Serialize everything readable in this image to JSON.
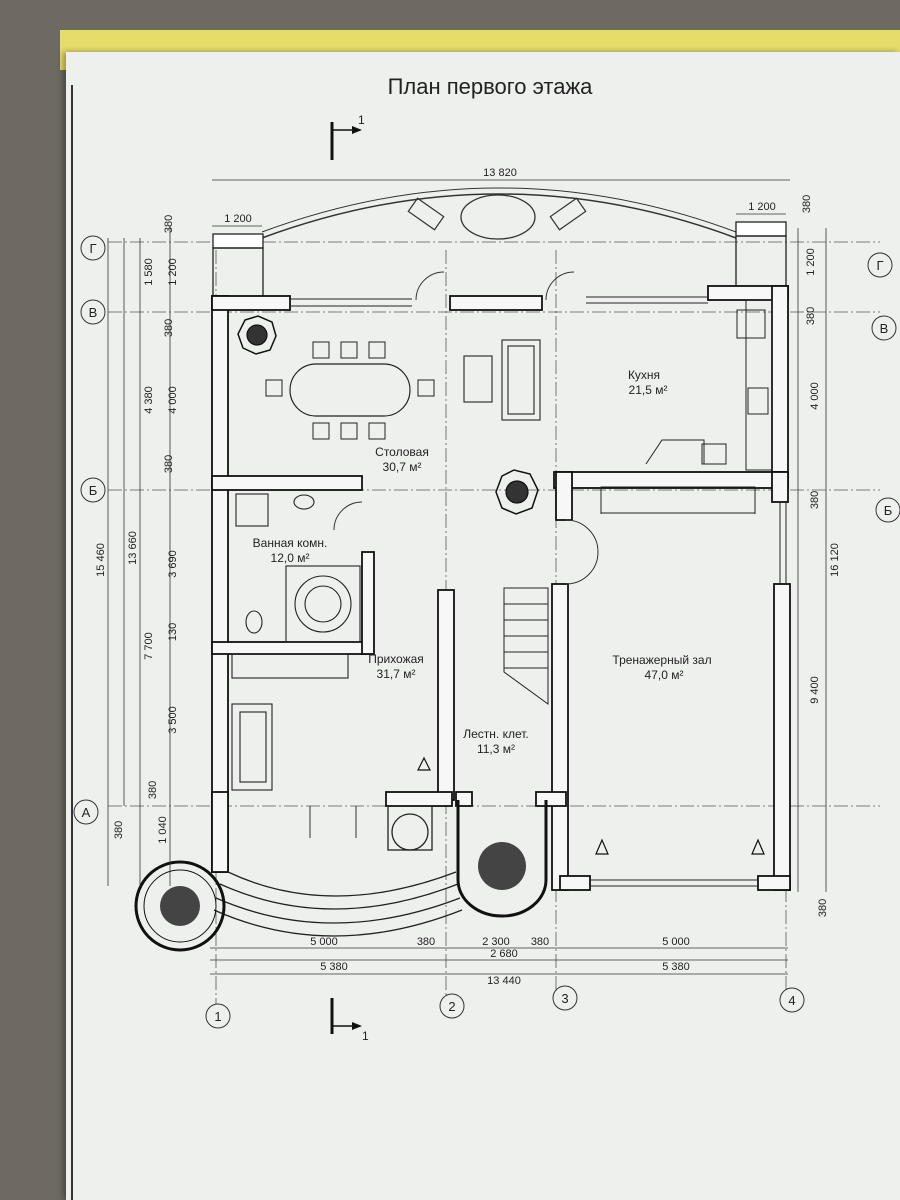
{
  "title": "План первого этажа",
  "section": {
    "label": "1"
  },
  "axes": {
    "vertical": [
      "1",
      "2",
      "3",
      "4"
    ],
    "horizontal": [
      "Г",
      "В",
      "Б",
      "А"
    ]
  },
  "rooms": {
    "dining": {
      "name": "Столовая",
      "area": "30,7 м²"
    },
    "kitchen": {
      "name": "Кухня",
      "area": "21,5 м²"
    },
    "bath": {
      "name": "Ванная комн.",
      "area": "12,0 м²"
    },
    "hall": {
      "name": "Прихожая",
      "area": "31,7 м²"
    },
    "stair": {
      "name": "Лестн. клет.",
      "area": "11,3 м²"
    },
    "gym": {
      "name": "Тренажерный зал",
      "area": "47,0 м²"
    }
  },
  "dims": {
    "top_total": "13 820",
    "top_left": "1 200",
    "top_right": "1 200",
    "b1": "5 000",
    "b2": "380",
    "b3": "2 300",
    "b4": "380",
    "b5": "5 000",
    "c1": "5 380",
    "c2": "2 680",
    "c3": "5 380",
    "bottom_total": "13 440",
    "left_outer": "15 460",
    "left_mid": "13 660",
    "left_a": [
      "1 580",
      "4 380",
      "7 700"
    ],
    "left_b": [
      "380",
      "1 200",
      "380",
      "4 000",
      "380",
      "3 690",
      "130",
      "3 500",
      "380",
      "1 040",
      "380"
    ],
    "right_total": "16 120",
    "right_b": [
      "380",
      "1 200",
      "380",
      "4 000",
      "380",
      "9 400",
      "380"
    ]
  }
}
